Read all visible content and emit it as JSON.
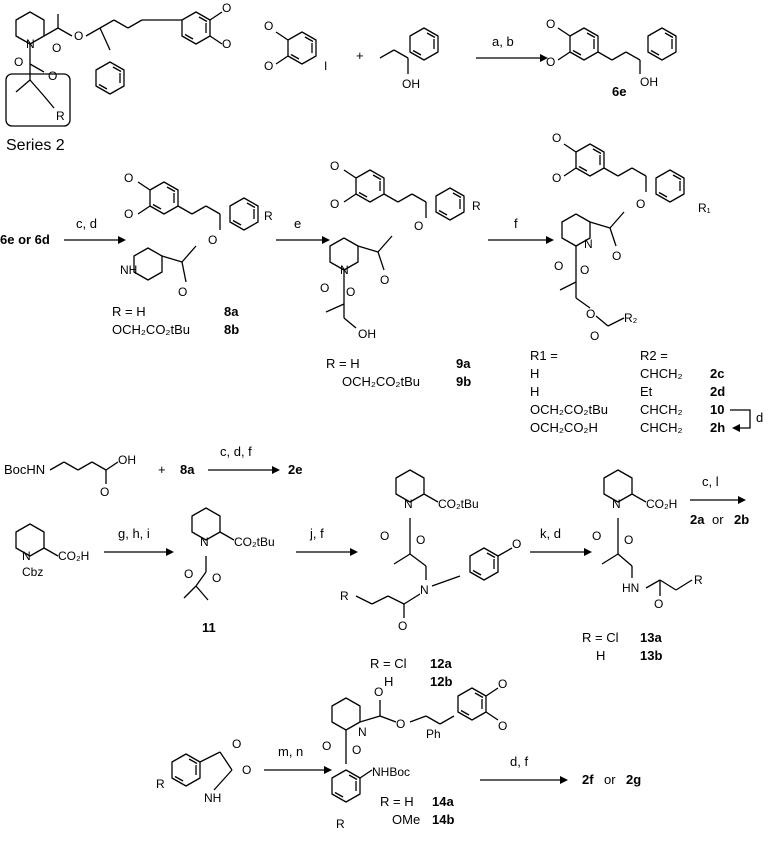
{
  "series_label": "Series 2",
  "atoms": {
    "O": "O",
    "N": "N",
    "NH": "NH",
    "R": "R",
    "OH": "OH",
    "I": "I",
    "Cbz": "Cbz",
    "CO2tBu": "CO₂tBu",
    "CO2H": "CO₂H",
    "NHBoc": "NHBoc",
    "HN": "HN",
    "Cl": "Cl",
    "Ph": "Ph",
    "R1": "R₁",
    "R2": "R₂",
    "plus": "+"
  },
  "row1": {
    "arrow_label": "a, b",
    "product": "6e"
  },
  "row2": {
    "start": "6e or 6d",
    "arrow1_label": "c, d",
    "arrow2_label": "e",
    "arrow3_label": "f",
    "r_h": "R = H",
    "r_oc": "OCH₂CO₂tBu",
    "c8a": "8a",
    "c8b": "8b",
    "c9a": "9a",
    "c9b": "9b",
    "table_r1": "R1 =",
    "table_r2": "R2 =",
    "rows": [
      {
        "r1": "H",
        "r2": "CHCH₂",
        "id": "2c"
      },
      {
        "r1": "H",
        "r2": "Et",
        "id": "2d"
      },
      {
        "r1": "OCH₂CO₂tBu",
        "r2": "CHCH₂",
        "id": "10"
      },
      {
        "r1": "OCH₂CO₂H",
        "r2": "CHCH₂",
        "id": "2h"
      }
    ],
    "side_arrow_label": "d"
  },
  "row3": {
    "boc": "BocHN",
    "reagent": "8a",
    "arrow_label": "c, d, f",
    "product": "2e"
  },
  "row4": {
    "arrow1_label": "g, h, i",
    "c11": "11",
    "arrow2_label": "j, f",
    "r_cl": "R = Cl",
    "r_h": "H",
    "c12a": "12a",
    "c12b": "12b",
    "arrow3_label": "k, d",
    "c13a": "13a",
    "c13b": "13b",
    "arrow4_label": "c, l",
    "product_a": "2a",
    "product_or": "or",
    "product_b": "2b"
  },
  "row5": {
    "arrow1_label": "m, n",
    "r_h": "R = H",
    "r_ome": "OMe",
    "c14a": "14a",
    "c14b": "14b",
    "arrow2_label": "d, f",
    "product_a": "2f",
    "product_or": "or",
    "product_b": "2g"
  }
}
